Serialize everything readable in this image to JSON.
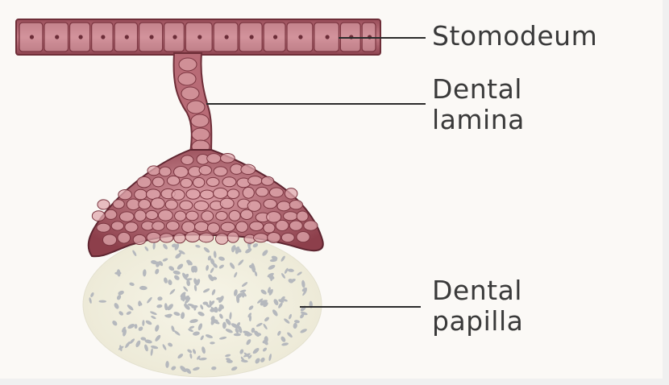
{
  "labels": {
    "stomodeum": "Stomodeum",
    "dental_lamina_line1": "Dental",
    "dental_lamina_line2": "lamina",
    "dental_papilla_line1": "Dental",
    "dental_papilla_line2": "papilla"
  },
  "colors": {
    "tissue_fill": "#b86b76",
    "tissue_dark": "#7a3540",
    "cell_fill": "#e0a8ae",
    "nucleus": "#6b2d38",
    "papilla_fill": "#f1efdf",
    "papilla_dots": "#b5b8bd",
    "leader_line": "#2b2b2b",
    "label_text": "#3a3a3a"
  }
}
